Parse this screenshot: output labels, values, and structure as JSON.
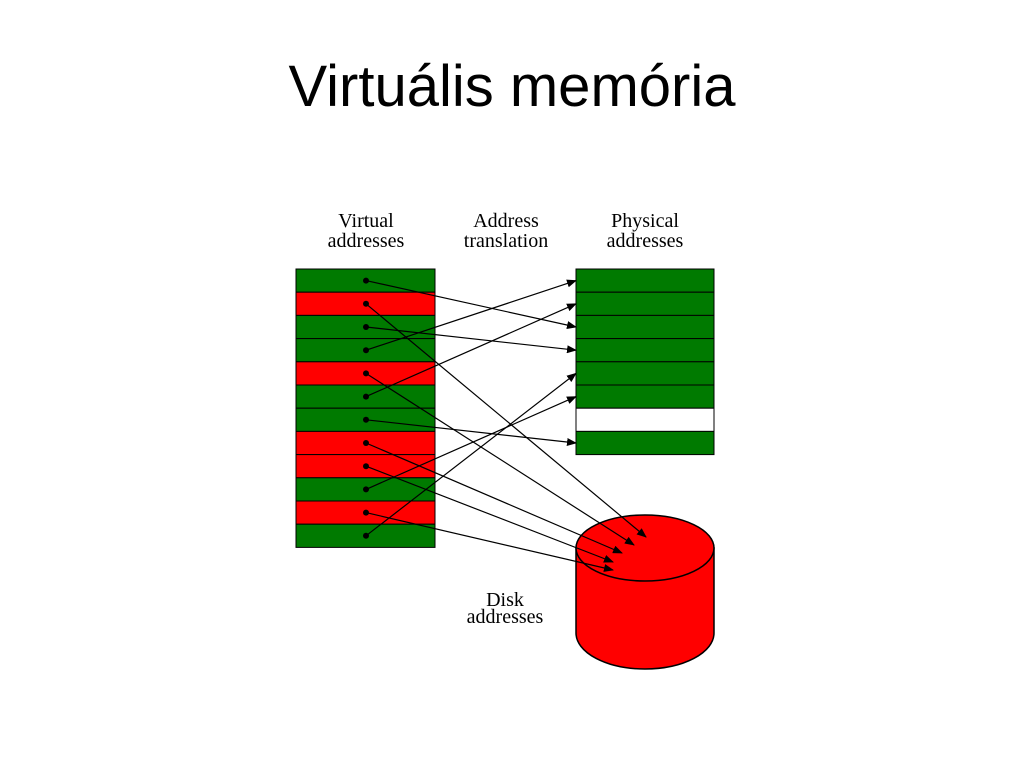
{
  "slide": {
    "title": "Virtuális memória"
  },
  "labels": {
    "virtual": [
      "Virtual",
      "addresses"
    ],
    "translation": [
      "Address",
      "translation"
    ],
    "physical": [
      "Physical",
      "addresses"
    ],
    "disk": [
      "Disk",
      "addresses"
    ]
  },
  "colors": {
    "resident_page": "#007a00",
    "non_resident_page": "#ff0000",
    "free_frame": "#ffffff",
    "disk": "#ff0000",
    "line": "#000000"
  },
  "virtual_pages": [
    {
      "state": "resident",
      "target": "physical",
      "index": 2
    },
    {
      "state": "on-disk",
      "target": "disk",
      "index": 0
    },
    {
      "state": "resident",
      "target": "physical",
      "index": 3
    },
    {
      "state": "resident",
      "target": "physical",
      "index": 0
    },
    {
      "state": "on-disk",
      "target": "disk",
      "index": 1
    },
    {
      "state": "resident",
      "target": "physical",
      "index": 1
    },
    {
      "state": "resident",
      "target": "physical",
      "index": 7
    },
    {
      "state": "on-disk",
      "target": "disk",
      "index": 2
    },
    {
      "state": "on-disk",
      "target": "disk",
      "index": 3
    },
    {
      "state": "resident",
      "target": "physical",
      "index": 5
    },
    {
      "state": "on-disk",
      "target": "disk",
      "index": 4
    },
    {
      "state": "resident",
      "target": "physical",
      "index": 4
    }
  ],
  "physical_frames": [
    "used",
    "used",
    "used",
    "used",
    "used",
    "used",
    "free",
    "used"
  ]
}
